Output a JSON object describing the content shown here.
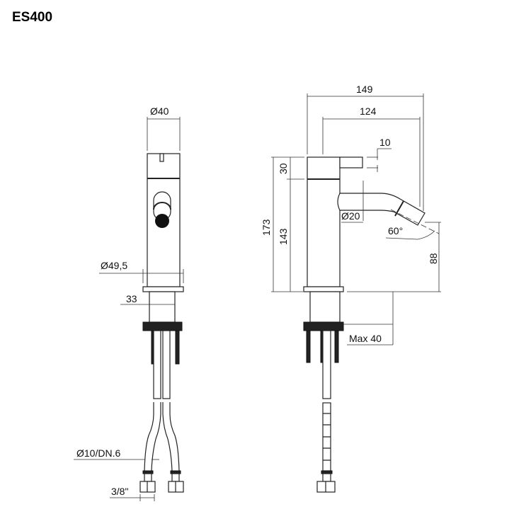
{
  "title": "ES400",
  "dimensions": {
    "front_diameter_body": "Ø40",
    "front_diameter_base": "Ø49,5",
    "front_stem": "33",
    "hose": "Ø10/DN.6",
    "thread": "3/8\"",
    "overall_projection": "149",
    "spout_projection": "124",
    "lever_height": "10",
    "total_height": "173",
    "cap_height": "30",
    "body_height": "143",
    "spout_diameter": "Ø20",
    "spout_angle": "60°",
    "nozzle_height": "88",
    "max_deck": "Max 40"
  }
}
